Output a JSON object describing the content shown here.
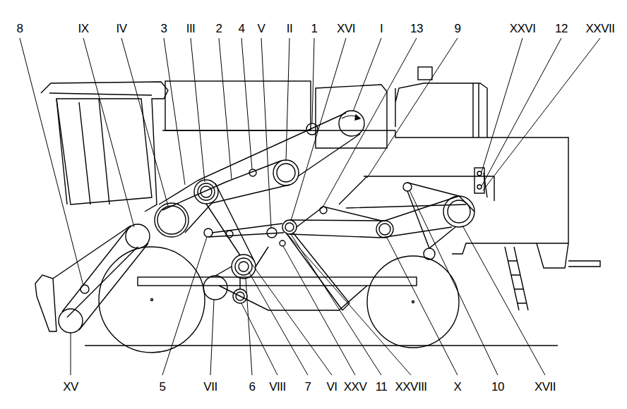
{
  "diagram": {
    "labels": [
      "8",
      "IX",
      "IV",
      "3",
      "III",
      "2",
      "4",
      "V",
      "II",
      "1",
      "XVI",
      "I",
      "13",
      "9",
      "XXVI",
      "12",
      "XXVII",
      "XV",
      "5",
      "VII",
      "6",
      "VIII",
      "7",
      "VI",
      "XXV",
      "11",
      "XXVIII",
      "X",
      "10",
      "XVII"
    ]
  }
}
